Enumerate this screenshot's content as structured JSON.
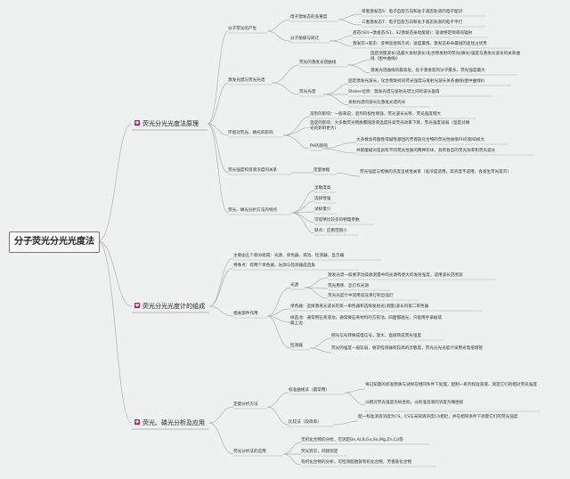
{
  "root": "分子荧光分光光度法",
  "branches": [
    {
      "label": "荧光分光光度法原理",
      "icon": "heart-icon",
      "children": [
        {
          "label": "分子荧光的产生",
          "children": [
            {
              "label": "电子激发态的多重度",
              "children": [
                {
                  "label": "单重激发态S：电子自旋方向和处于基态轨道的电子配对"
                },
                {
                  "label": "三重激发态T：电子自旋方向和处于基态轨道的电子平行"
                }
              ]
            },
            {
              "label": "分子能级与跃迁",
              "children": [
                {
                  "label": "基态(S0)→激发态(S1、S2激发态振动能级)：吸收特定频率的辐射"
                },
                {
                  "label": "激发态→基态：多种途径和方式；速度最快、激发态寿命最短的途径占优势"
                }
              ]
            }
          ]
        },
        {
          "label": "激发光谱与荧光光谱",
          "children": [
            {
              "label": "荧光的激发光谱曲线",
              "children": [
                {
                  "label": "固定测量波长(选最大发射波长)化合物发射的荧光(磷光)强度与激发光波长的关系曲线（图中曲线I）"
                },
                {
                  "label": "激发光谱曲线的最高处，处于激发态的分子最多，荧光强度最大"
                }
              ]
            },
            {
              "label": "荧光光谱",
              "children": [
                {
                  "label": "固定激发光波长，化合物发射的荧光强度与发射光波长关系曲线(图中曲线II)"
                },
                {
                  "label": "Stokes位移：激发光谱与发射光谱之间的波长差值"
                },
                {
                  "label": "发射光谱的波长比激发光谱的长"
                }
              ]
            }
          ]
        },
        {
          "label": "环境对荧光、磷光的影响",
          "children": [
            {
              "label": "溶剂的影响：一般来说，溶剂的极性增强，荧光波长长移，荧光强度增大"
            },
            {
              "label": "温度的影响：大多数荧光物质都随溶液温度升高荧光效率下降，荧光强度减弱（温度对磷光的影响更大）"
            },
            {
              "label": "PH的影响",
              "children": [
                {
                  "label": "大多数含有酸性或碱性基团的芳香族化合物的荧光性质受PH的影响很大"
                },
                {
                  "label": "共轭酸碱对是具有不同荧光性质的两种形体，具有各自的荧光效率和荧光波长"
                }
              ]
            }
          ]
        },
        {
          "label": "荧光强度和溶液浓度的关系",
          "children": [
            {
              "label": "定量依据",
              "children": [
                {
                  "label": "荧光强度与物质的浓度呈线性关系（低浓度适用，高浓度不适用，会发生荧光猝灭）"
                }
              ]
            }
          ]
        },
        {
          "label": "荧光、磷光分析方法的特点",
          "children": [
            {
              "label": "灵敏度高"
            },
            {
              "label": "选择性强"
            },
            {
              "label": "试样量少"
            },
            {
              "label": "可提供比较多的物理参数"
            },
            {
              "label": "缺点：应用范围小"
            }
          ]
        }
      ]
    },
    {
      "label": "荧光分光光度计的组成",
      "icon": "heart-icon",
      "children": [
        {
          "label": "主要由五个部分组成：光源、单色器、液池、检测器、显示器"
        },
        {
          "label": "特殊点：有两个单色器，光源与检测器成直角"
        },
        {
          "label": "相关部件作用",
          "children": [
            {
              "label": "光源",
              "children": [
                {
                  "label": "激发光谱一般要求比吸收测量中的光源有更大的发射强度，适用波长范围宽"
                },
                {
                  "label": "荧光用汞、氙灯作光源"
                },
                {
                  "label": "荧光光度计中常用高压汞灯和氙弧灯"
                }
              ]
            },
            {
              "label": "单色器：选择激发光波长的第一单色器和选择发射光(测量)波长的第二单色器"
            },
            {
              "label": "样品池：通常用石英液池，通常要石英材料的方形池，四面都透光，只能用手拿棱或最上边"
            },
            {
              "label": "检测器",
              "children": [
                {
                  "label": "把光信号转换成电信号，放大，直接转成荧光强度"
                },
                {
                  "label": "荧光的强度一般较弱，要求检测器有较高的灵敏度，荧光分光光度计采用光电倍增管"
                }
              ]
            }
          ]
        }
      ]
    },
    {
      "label": "荧光、磷光分析及应用",
      "icon": "heart-icon",
      "children": [
        {
          "label": "定量分析方法",
          "children": [
            {
              "label": "标准曲线法（最常用）",
              "children": [
                {
                  "label": "将已知量的标准物质与试样在相同条件下处理，配制一系列标准溶液，测定它们的相对荧光强度"
                },
                {
                  "label": "以相对荧光强度为纵坐标，以标准溶液的浓度为横坐标"
                }
              ]
            },
            {
              "label": "比较法（较简单）",
              "children": [
                {
                  "label": "配一标准溶液浓度为CS，CS与未知液浓度CX相近，并在相同条件下测量它们的荧光强度"
                }
              ]
            }
          ]
        },
        {
          "label": "荧光分析法的应用",
          "children": [
            {
              "label": "无机化合物的分析，可测定Be,Al,B,Ga,Se,Mg,Zn,Cd等"
            },
            {
              "label": "荧光猝灭，间接测定"
            },
            {
              "label": "有机化合物的分析，可检测脂肪族有机化合物，芳香族化合物"
            }
          ]
        }
      ]
    }
  ]
}
